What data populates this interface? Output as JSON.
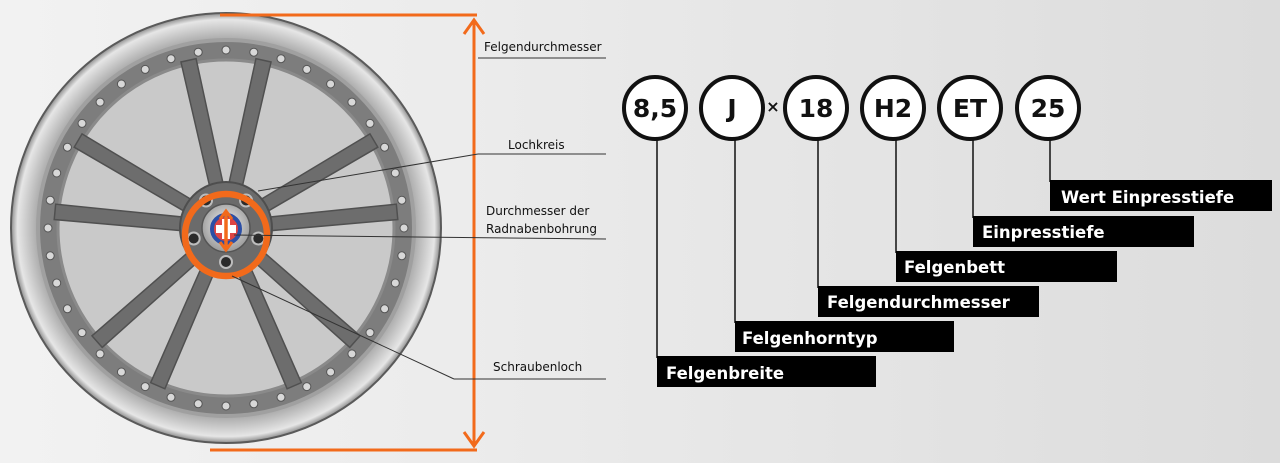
{
  "colors": {
    "accent": "#f26a1b",
    "box": "#000000",
    "rim": "#8f8f8f",
    "spokes": "#6e6e6e"
  },
  "wheel_labels": {
    "diameter": "Felgendurchmesser",
    "bolt_circle": "Lochkreis",
    "hub_bore_line1": "Durchmesser der",
    "hub_bore_line2": "Radnabenbohrung",
    "bolt_hole": "Schraubenloch"
  },
  "code": {
    "width": "8,5",
    "horn": "J",
    "times": "×",
    "diameter": "18",
    "bed": "H2",
    "et": "ET",
    "offset": "25"
  },
  "boxes": {
    "felgenbreite": "Felgenbreite",
    "felgenhorntyp": "Felgenhorntyp",
    "felgendurchmesser": "Felgendurchmesser",
    "felgenbett": "Felgenbett",
    "einpresstiefe": "Einpresstiefe",
    "wert_einpresstiefe": "Wert Einpresstiefe"
  }
}
